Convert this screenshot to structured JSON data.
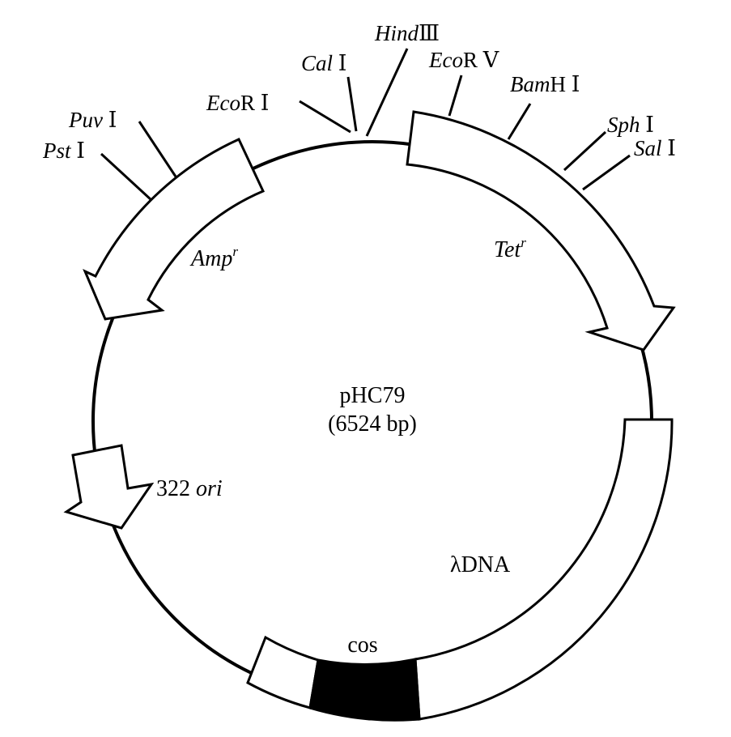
{
  "plasmid": {
    "name": "pHC79",
    "size": "(6524 bp)"
  },
  "genes": {
    "amp": {
      "base": "Amp",
      "sup": "r"
    },
    "tet": {
      "base": "Tet",
      "sup": "r"
    },
    "ori": {
      "num": "322",
      "name": "ori"
    },
    "lambda": "λDNA",
    "cos": "cos"
  },
  "sites": {
    "hindIII": {
      "it": "Hind",
      "rom": "Ⅲ"
    },
    "calI": {
      "it": "Cal",
      "rom": " Ⅰ"
    },
    "ecoRV": {
      "it": "Eco",
      "rom": "R Ⅴ"
    },
    "ecoRI": {
      "it": "Eco",
      "rom": "R Ⅰ"
    },
    "bamHI": {
      "it": "Bam",
      "rom": "H Ⅰ"
    },
    "puvI": {
      "it": "Puv",
      "rom": " Ⅰ"
    },
    "sphI": {
      "it": "Sph",
      "rom": " Ⅰ"
    },
    "pstI": {
      "it": "Pst",
      "rom": " Ⅰ"
    },
    "salI": {
      "it": "Sal",
      "rom": " Ⅰ"
    }
  },
  "colors": {
    "line": "#000000",
    "fill": "#ffffff",
    "cos_fill": "#000000"
  }
}
